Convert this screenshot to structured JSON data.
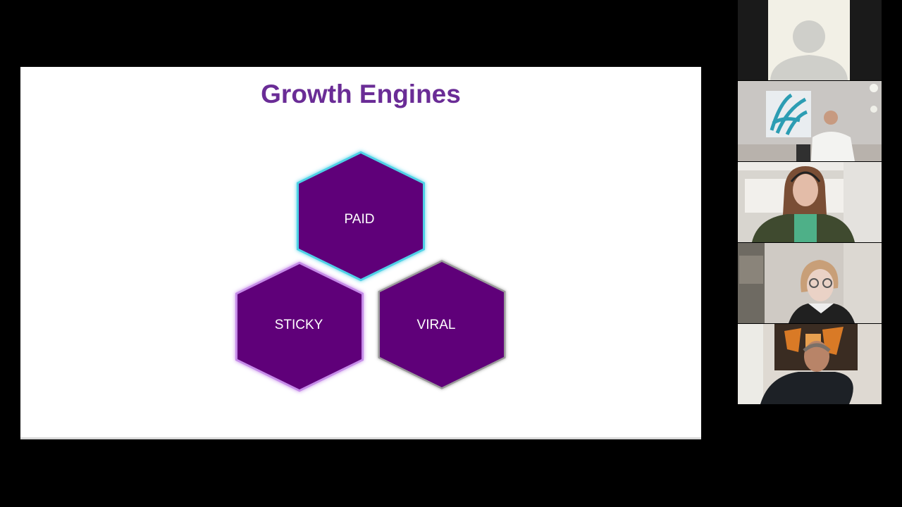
{
  "slide": {
    "title": "Growth Engines",
    "engines": [
      {
        "label": "PAID",
        "glow_color": "#4fd0e6"
      },
      {
        "label": "STICKY",
        "glow_color": "#c58be8"
      },
      {
        "label": "VIRAL",
        "glow_color": "#9a9a9a"
      }
    ],
    "hex_fill": "#5f0079",
    "title_color": "#6a2c96"
  },
  "participants": [
    {
      "kind": "avatar-placeholder",
      "icon": "person-silhouette-icon"
    },
    {
      "kind": "video",
      "description_icon": "camera-feed-icon"
    },
    {
      "kind": "video",
      "description_icon": "camera-feed-icon"
    },
    {
      "kind": "video",
      "description_icon": "camera-feed-icon"
    },
    {
      "kind": "video",
      "description_icon": "camera-feed-icon"
    }
  ]
}
